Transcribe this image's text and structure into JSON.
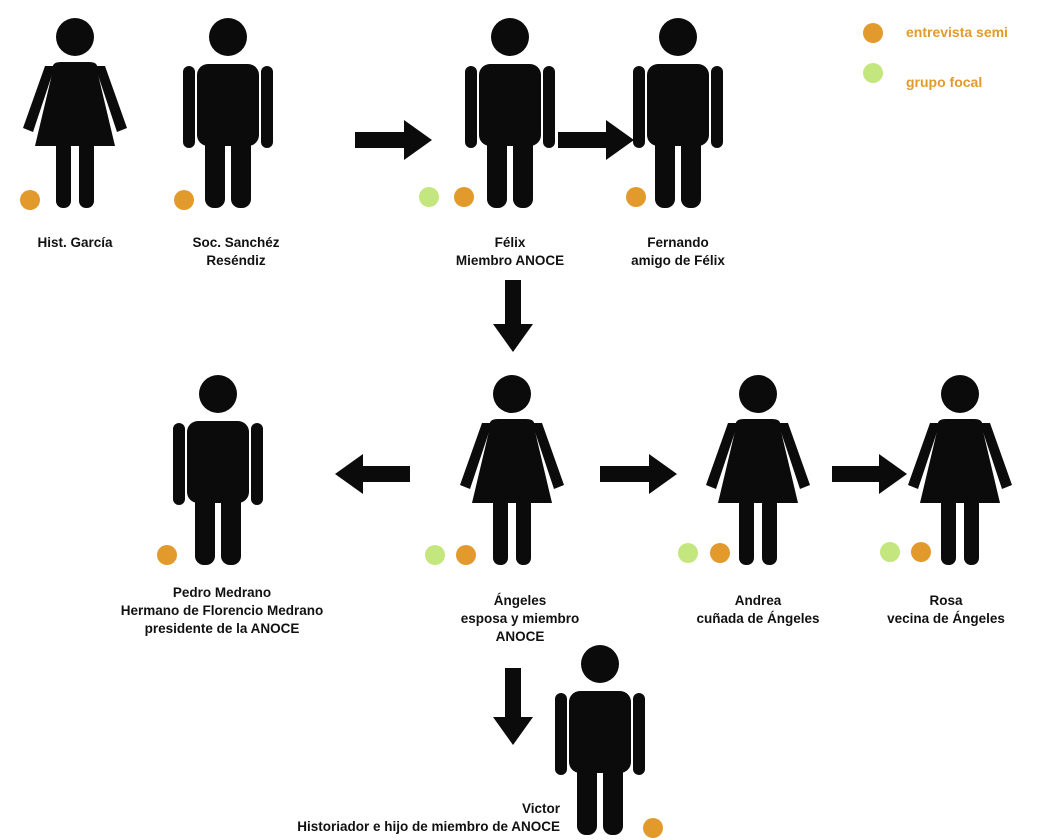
{
  "colors": {
    "figure": "#0b0b0b",
    "interview": "#e39a2d",
    "focus_group": "#c4e67e",
    "text": "#111111"
  },
  "legend": [
    {
      "key": "interview",
      "label": "entrevista semi"
    },
    {
      "key": "focus_group",
      "label": "grupo focal"
    }
  ],
  "people": [
    {
      "id": "garcia",
      "lines": [
        "Hist. García"
      ],
      "gender": "female",
      "methods": [
        "interview"
      ]
    },
    {
      "id": "sanchez",
      "lines": [
        "Soc. Sanchéz",
        "Reséndiz"
      ],
      "gender": "male",
      "methods": [
        "interview"
      ]
    },
    {
      "id": "felix",
      "lines": [
        "Félix",
        "Miembro ANOCE"
      ],
      "gender": "male",
      "methods": [
        "focus_group",
        "interview"
      ]
    },
    {
      "id": "fernando",
      "lines": [
        "Fernando",
        "amigo de Félix"
      ],
      "gender": "male",
      "methods": [
        "interview"
      ]
    },
    {
      "id": "pedro",
      "lines": [
        "Pedro Medrano",
        "Hermano de Florencio Medrano",
        "presidente de la ANOCE"
      ],
      "gender": "male",
      "methods": [
        "interview"
      ]
    },
    {
      "id": "angeles",
      "lines": [
        "Ángeles",
        "esposa y miembro",
        "ANOCE"
      ],
      "gender": "female",
      "methods": [
        "focus_group",
        "interview"
      ]
    },
    {
      "id": "andrea",
      "lines": [
        "Andrea",
        "cuñada de Ángeles"
      ],
      "gender": "female",
      "methods": [
        "focus_group",
        "interview"
      ]
    },
    {
      "id": "rosa",
      "lines": [
        "Rosa",
        "vecina de Ángeles"
      ],
      "gender": "female",
      "methods": [
        "focus_group",
        "interview"
      ]
    },
    {
      "id": "victor",
      "lines": [
        "Victor",
        "Historiador e hijo  de miembro de ANOCE"
      ],
      "gender": "male",
      "methods": [
        "interview"
      ]
    }
  ],
  "links": [
    {
      "from": "sanchez",
      "to": "felix"
    },
    {
      "from": "felix",
      "to": "fernando"
    },
    {
      "from": "felix",
      "to": "angeles"
    },
    {
      "from": "angeles",
      "to": "pedro"
    },
    {
      "from": "angeles",
      "to": "andrea"
    },
    {
      "from": "andrea",
      "to": "rosa"
    },
    {
      "from": "angeles",
      "to": "victor"
    }
  ]
}
